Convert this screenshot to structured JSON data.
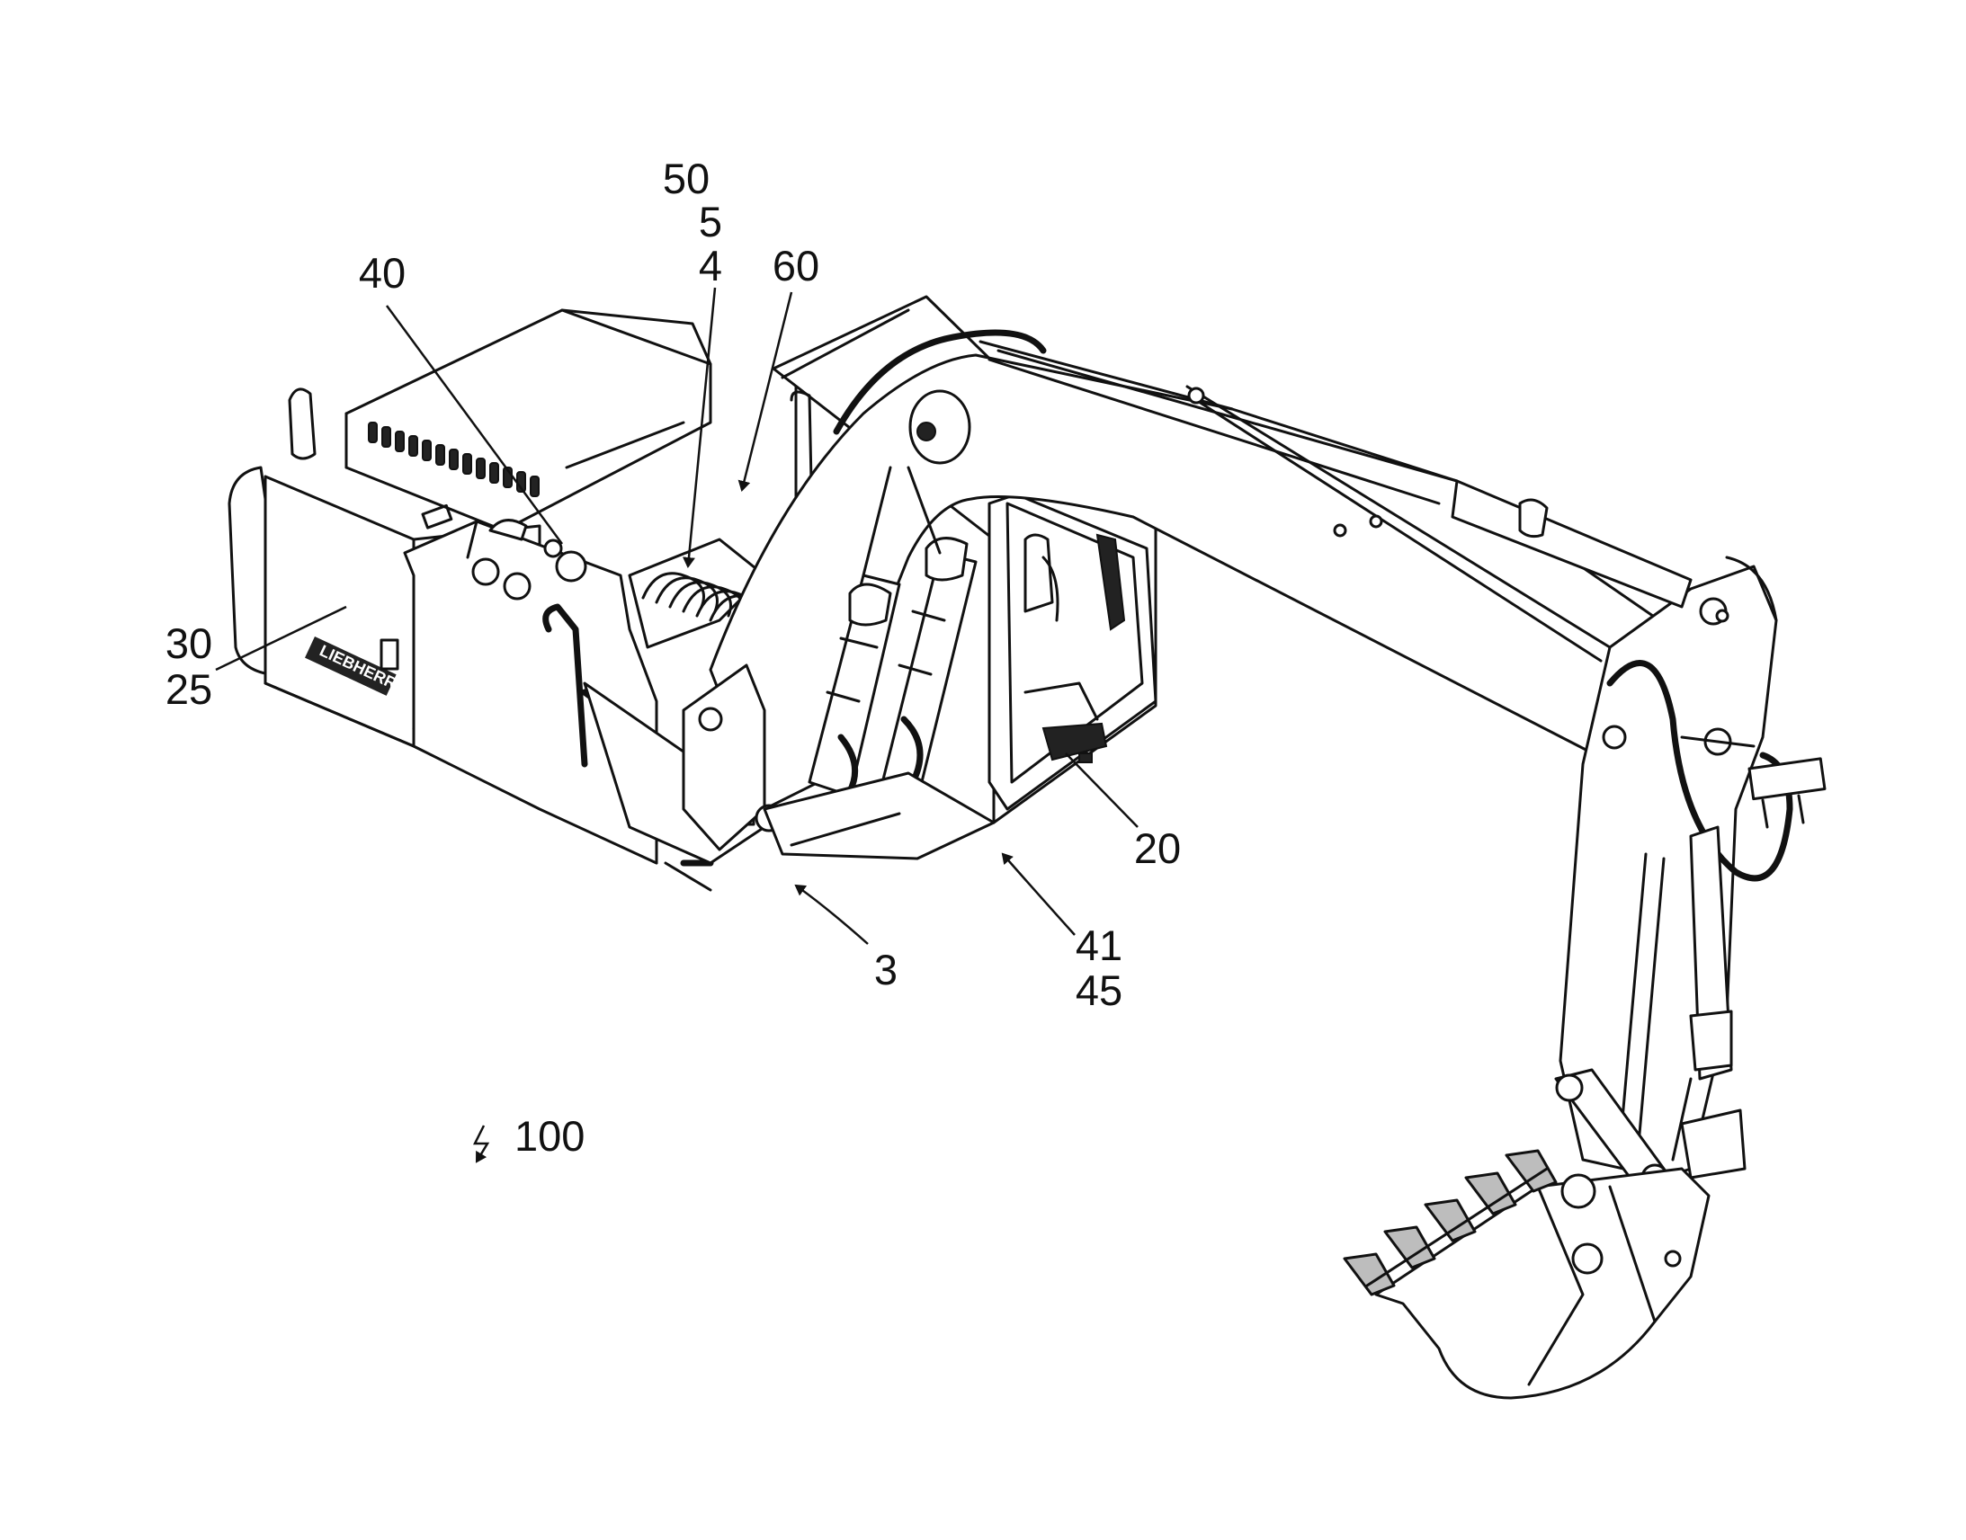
{
  "figure": {
    "reference_numerals": {
      "r50": "50",
      "r5": "5",
      "r4": "4",
      "r40": "40",
      "r60": "60",
      "r30": "30",
      "r25": "25",
      "r20": "20",
      "r3": "3",
      "r41": "41",
      "r45": "45",
      "r100": "100"
    },
    "logo_text": "LIEBHERR"
  },
  "colors": {
    "line": "#111111",
    "background": "#ffffff",
    "hatch": "#bdbdbd"
  }
}
